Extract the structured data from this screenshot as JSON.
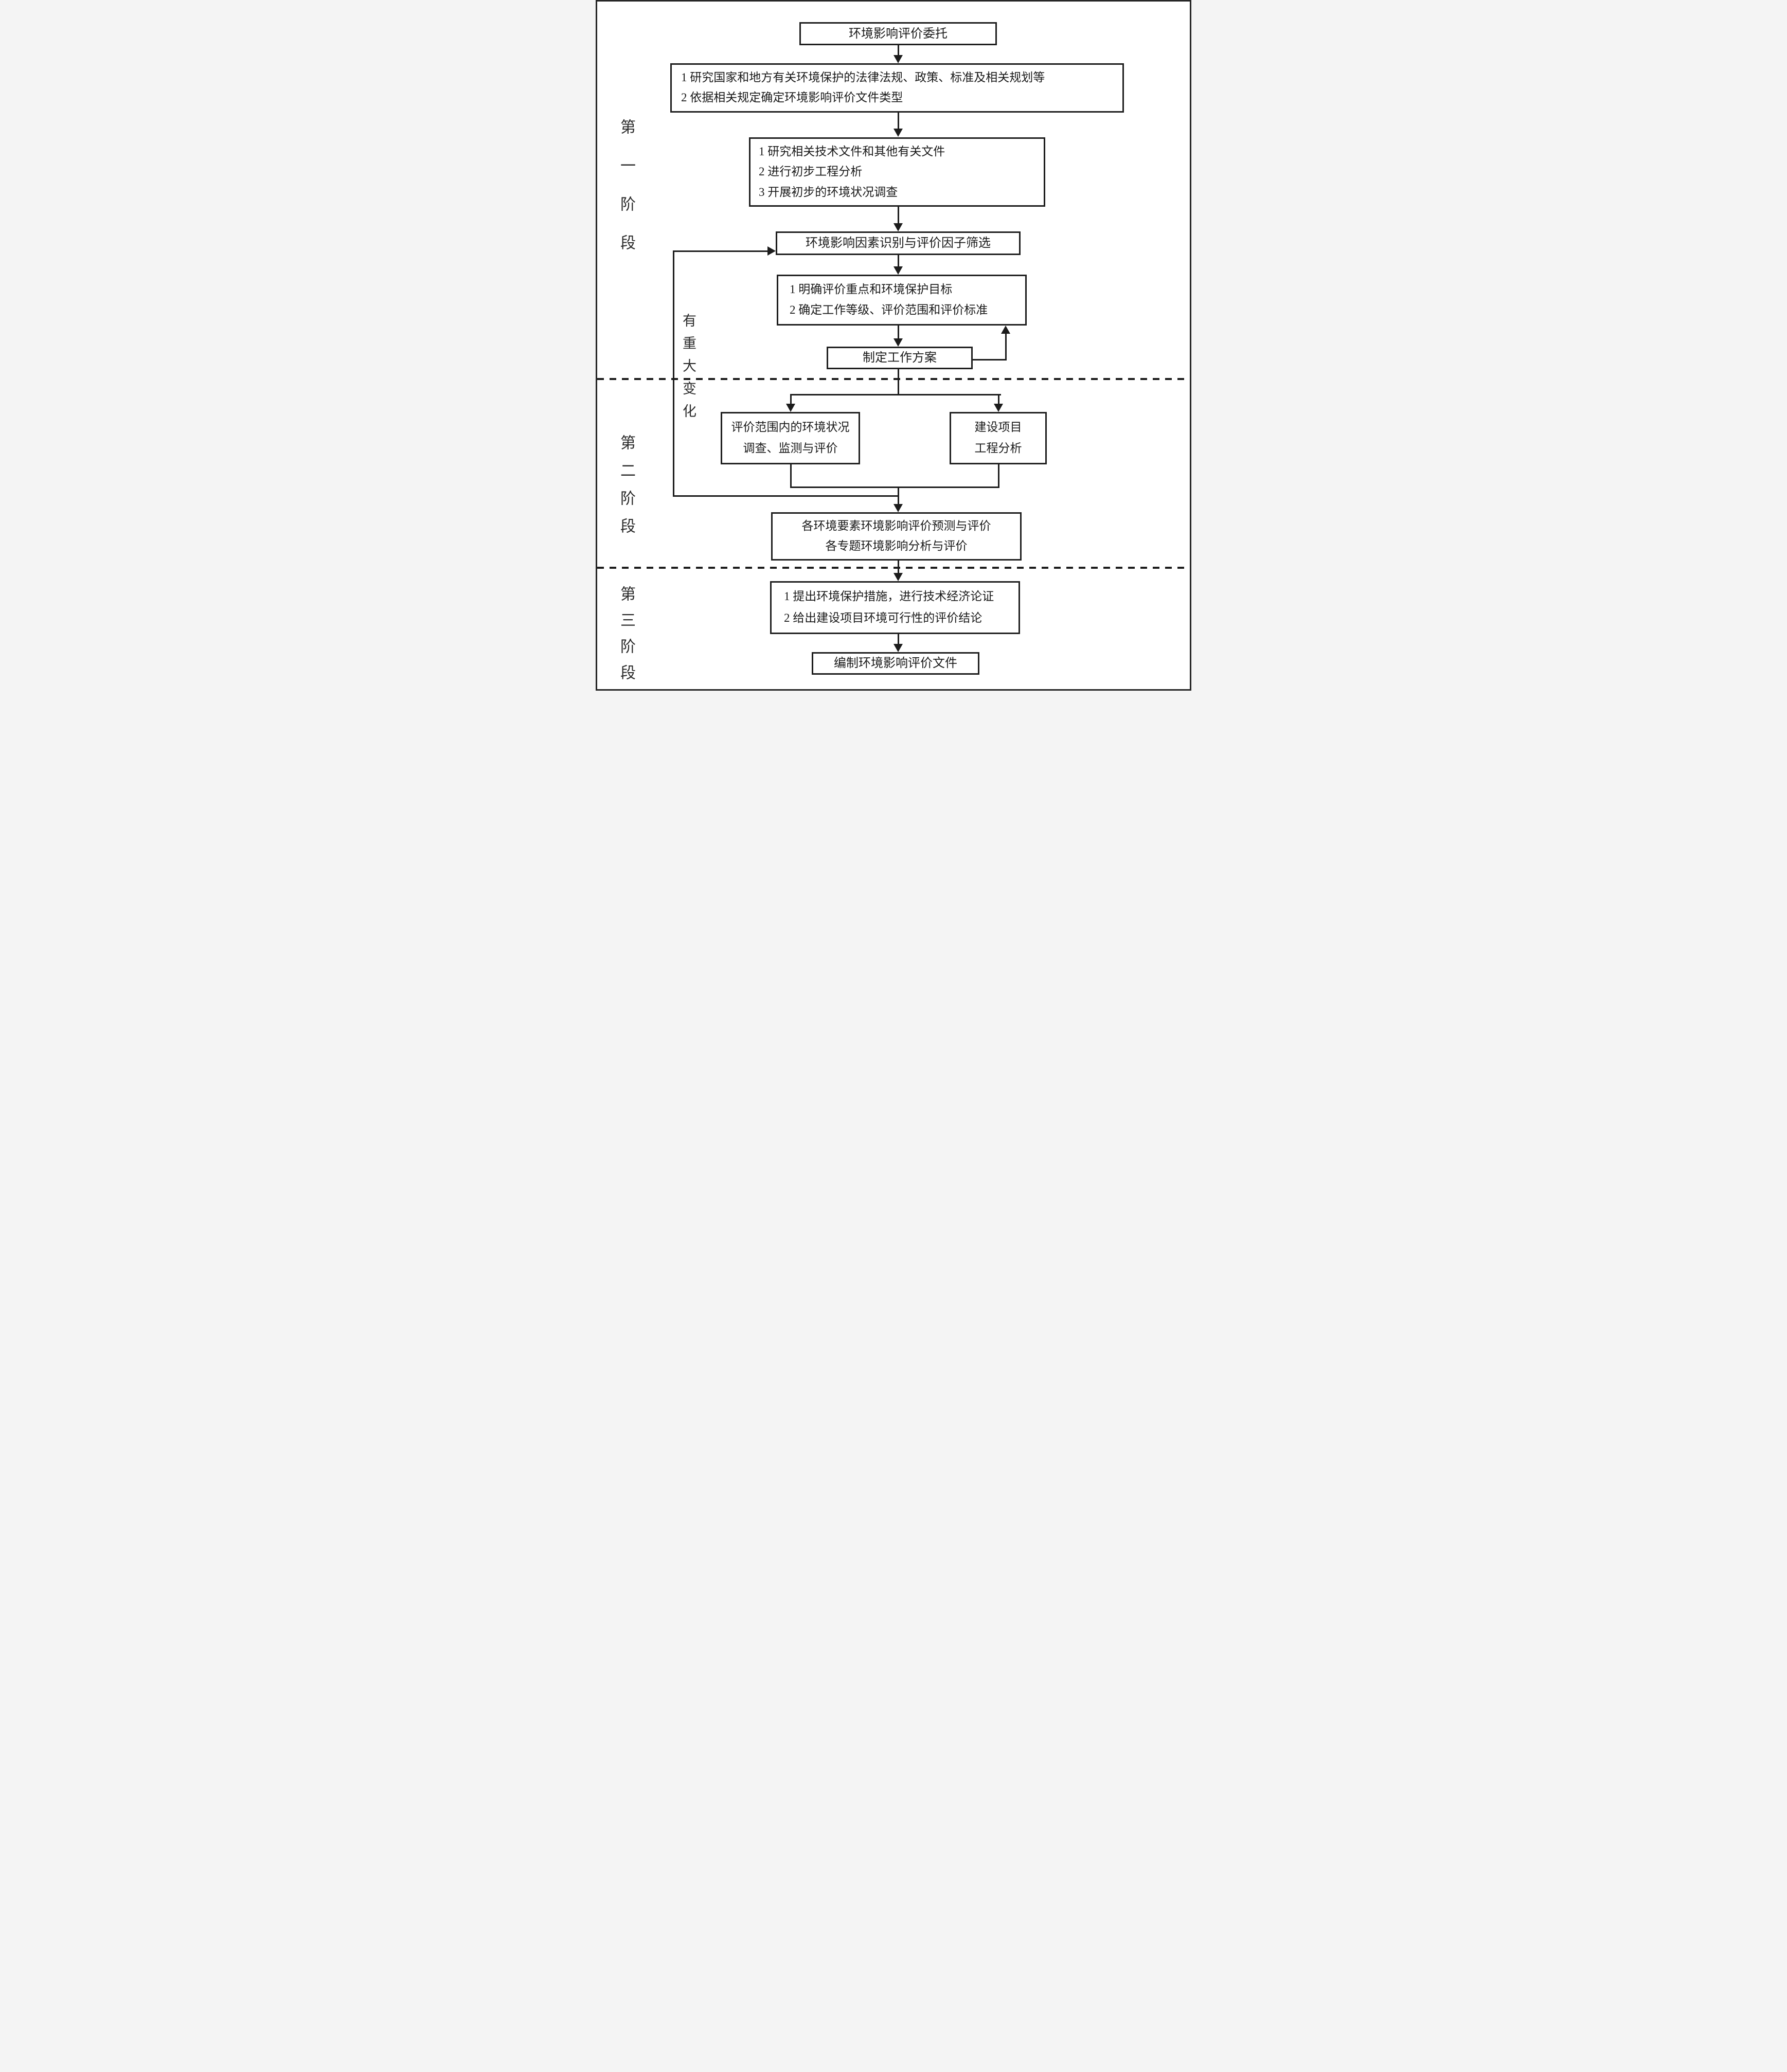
{
  "labels": {
    "stage1": "第一阶段",
    "stage2": "第二阶段",
    "stage3": "第三阶段",
    "loop": "有重大变化"
  },
  "nodes": {
    "commission": "环境影响评价委托",
    "research_laws": {
      "items": [
        "1  研究国家和地方有关环境保护的法律法规、政策、标准及相关规划等",
        "2  依据相关规定确定环境影响评价文件类型"
      ]
    },
    "research_tech": {
      "items": [
        "1  研究相关技术文件和其他有关文件",
        "2  进行初步工程分析",
        "3 开展初步的环境状况调查"
      ]
    },
    "factor_screening": "环境影响因素识别与评价因子筛选",
    "define_scope": {
      "items": [
        "1  明确评价重点和环境保护目标",
        "2  确定工作等级、评价范围和评价标准"
      ]
    },
    "work_plan": "制定工作方案",
    "env_survey": {
      "items": [
        "评价范围内的环境状况",
        "调查、监测与评价"
      ]
    },
    "project_analysis": {
      "items": [
        "建设项目",
        "工程分析"
      ]
    },
    "prediction": {
      "items": [
        "各环境要素环境影响评价预测与评价",
        "各专题环境影响分析与评价"
      ]
    },
    "measures": {
      "items": [
        "1  提出环境保护措施，进行技术经济论证",
        "2  给出建设项目环境可行性的评价结论"
      ]
    },
    "compile_report": "编制环境影响评价文件"
  }
}
